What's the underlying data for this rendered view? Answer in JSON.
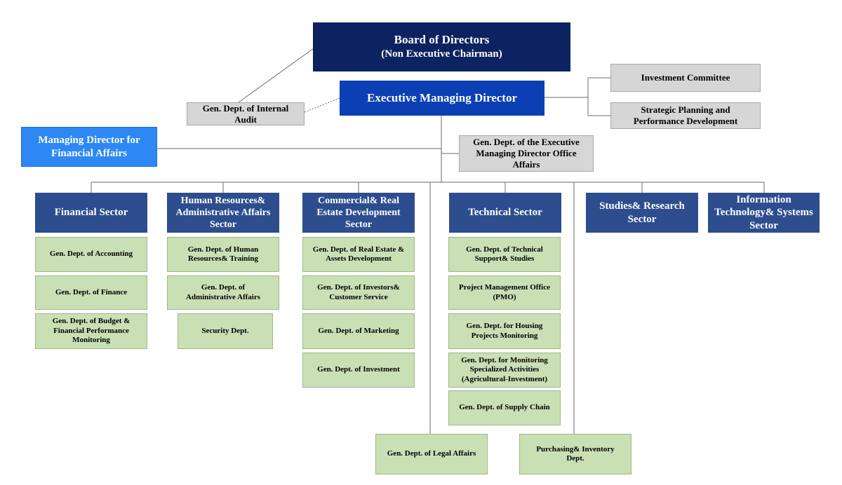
{
  "board": {
    "title": "Board of Directors",
    "subtitle": "(Non Executive Chairman)"
  },
  "executive_md": "Executive Managing Director",
  "internal_audit": "Gen. Dept. of Internal\nAudit",
  "investment_committee": "Investment Committee",
  "strategic_planning": "Strategic Planning and\nPerformance Development",
  "md_financial": "Managing Director for\nFinancial Affairs",
  "exec_office": "Gen. Dept. of the Executive\nManaging Director Office\nAffairs",
  "sectors": {
    "financial": "Financial Sector",
    "hr": "Human Resources&\nAdministrative Affairs\nSector",
    "commercial": "Commercial& Real\nEstate Development\nSector",
    "technical": "Technical Sector",
    "studies": "Studies& Research\nSector",
    "it": "Information\nTechnology& Systems\nSector"
  },
  "financial_depts": [
    "Gen. Dept. of Accounting",
    "Gen. Dept. of Finance",
    "Gen. Dept. of Budget &\nFinancial Performance\nMonitoring"
  ],
  "hr_depts": [
    "Gen. Dept. of Human\nResources& Training",
    "Gen. Dept. of\nAdministrative Affairs",
    "Security Dept."
  ],
  "commercial_depts": [
    "Gen. Dept. of Real Estate &\nAssets Development",
    "Gen. Dept. of Investors&\nCustomer Service",
    "Gen. Dept. of Marketing",
    "Gen. Dept. of Investment"
  ],
  "technical_depts": [
    "Gen. Dept. of Technical\nSupport& Studies",
    "Project Management Office\n(PMO)",
    "Gen. Dept. for Housing\nProjects Monitoring",
    "Gen. Dept. for Monitoring\nSpecialized Activities\n(Agricultural-Investment)",
    "Gen. Dept. of Supply Chain"
  ],
  "legal_affairs": "Gen. Dept. of Legal Affairs",
  "purchasing": "Purchasing& Inventory\nDept.",
  "colors": {
    "board": "#0d2260",
    "executive": "#0b3fb3",
    "md_financial": "#2d88f5",
    "sector": "#2d4d8e",
    "staff_box": "#d6d6d6",
    "dept_box": "#c9e0b5",
    "connector": "#6b6b6b"
  }
}
